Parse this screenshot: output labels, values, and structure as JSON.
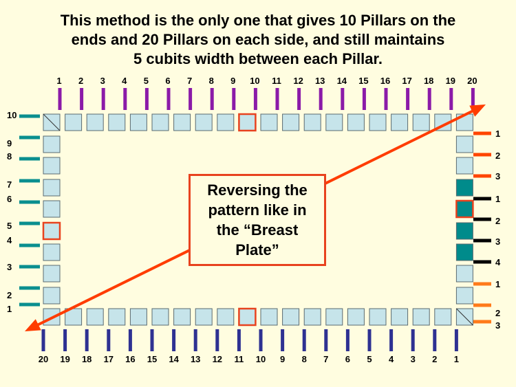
{
  "title": {
    "line1": "This method is the only one that gives 10 Pillars on the",
    "line2": "ends and 20 Pillars on each side, and still maintains",
    "line3": "5 cubits width between each Pillar."
  },
  "callout": {
    "line1": "Reversing the",
    "line2": "pattern like in",
    "line3": "the “Breast",
    "line4": "Plate”"
  },
  "top_labels": [
    "1",
    "2",
    "3",
    "4",
    "5",
    "6",
    "7",
    "8",
    "9",
    "10",
    "11",
    "12",
    "13",
    "14",
    "15",
    "16",
    "17",
    "18",
    "19",
    "20"
  ],
  "bottom_labels": [
    "20",
    "19",
    "18",
    "17",
    "16",
    "15",
    "14",
    "13",
    "12",
    "11",
    "10",
    "9",
    "8",
    "7",
    "6",
    "5",
    "4",
    "3",
    "2",
    "1"
  ],
  "left_labels": [
    "10",
    "9",
    "8",
    "7",
    "6",
    "5",
    "4",
    "3",
    "2",
    "1"
  ],
  "right_groups": [
    {
      "color": "#ff4500",
      "labels": [
        "1",
        "2",
        "3"
      ]
    },
    {
      "color": "#000000",
      "labels": [
        "1",
        "2",
        "3",
        "4"
      ]
    },
    {
      "color": "#ff7a1a",
      "labels": [
        "1",
        "2",
        "3"
      ]
    }
  ],
  "colors": {
    "background": "#fffde0",
    "top_pillar": "#8b1aa8",
    "bottom_pillar": "#2e3192",
    "left_pillar": "#0a8f8f",
    "square_fill": "#c6e4ea",
    "square_dark": "#008b8b",
    "highlight": "#e8421e",
    "arrow": "#ff3c00"
  }
}
